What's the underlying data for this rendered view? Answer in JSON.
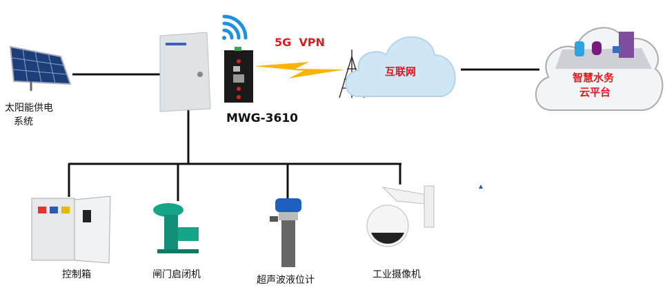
{
  "title_link": "5G  VPN",
  "gateway_model": "MWG-3610",
  "internet_label": "互联网",
  "cloud_platform": {
    "line1": "智慧水务",
    "line2": "云平台"
  },
  "solar": {
    "line1": "太阳能供电",
    "line2": "系统"
  },
  "devices": [
    {
      "label": "控制箱"
    },
    {
      "label": "闸门启闭机"
    },
    {
      "label": "超声波液位计"
    },
    {
      "label": "工业摄像机"
    }
  ],
  "colors": {
    "accent_red": "#e4161c",
    "line": "#111111",
    "cloud": "#cfe6f5",
    "wifi": "#1e90e0",
    "bolt": "#f7b500"
  }
}
